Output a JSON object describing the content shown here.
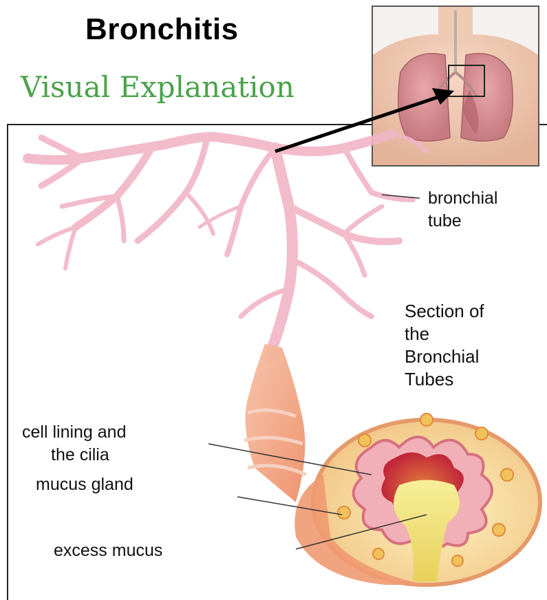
{
  "title": "Bronchitis",
  "subtitle": "Visual Explanation",
  "labels": {
    "bronchial_tube": [
      "bronchial",
      "tube"
    ],
    "section": [
      "Section of",
      "the",
      "Bronchial",
      "Tubes"
    ],
    "cell_lining": [
      "cell lining and",
      "the cilia"
    ],
    "mucus_gland": "mucus gland",
    "excess_mucus": "excess mucus"
  },
  "colors": {
    "subtitle": "#4aa24a",
    "bronchi": "#f0b8c8",
    "tube_outer": "#f2a27a",
    "mucus": "#f4e27a"
  }
}
